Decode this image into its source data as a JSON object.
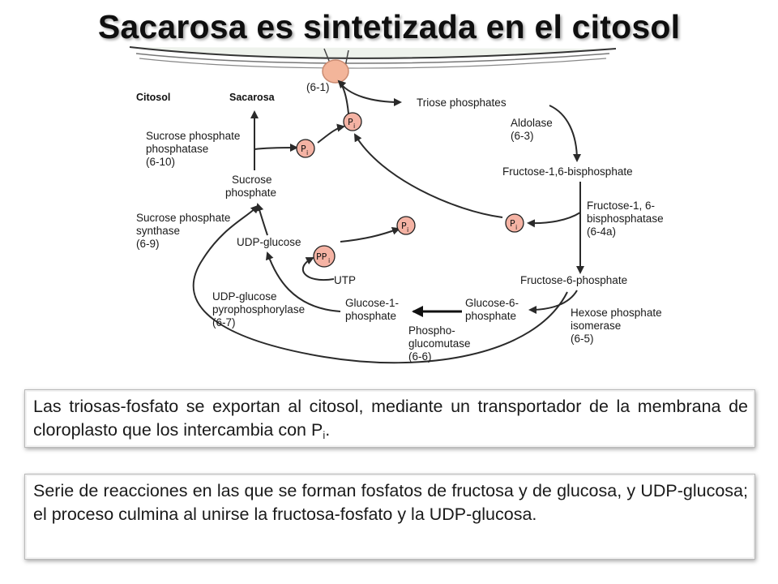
{
  "title": "Sacarosa es sintetizada en el citosol",
  "colors": {
    "pi_circle": "#f5b3a4",
    "title_text": "#0f0f0f",
    "box_border": "#b9b9b9"
  },
  "diagram": {
    "header_citosol": "Citosol",
    "header_sacarosa": "Sacarosa",
    "step_6_1": "(6-1)",
    "triose_phosphates": "Triose phosphates",
    "aldolase": "Aldolase",
    "aldolase_ec": "(6-3)",
    "fructose_16_bp": "Fructose-1,6-bisphosphate",
    "fbpase_line1": "Fructose-1, 6-",
    "fbpase_line2": "bisphosphatase",
    "fbpase_ec": "(6-4a)",
    "fructose_6_p": "Fructose-6-phosphate",
    "hpi_line1": "Hexose phosphate",
    "hpi_line2": "isomerase",
    "hpi_ec": "(6-5)",
    "g6p_line1": "Glucose-6-",
    "g6p_line2": "phosphate",
    "pgm_line1": "Phospho-",
    "pgm_line2": "glucomutase",
    "pgm_ec": "(6-6)",
    "g1p_line1": "Glucose-1-",
    "g1p_line2": "phosphate",
    "utp": "UTP",
    "ugp_line1": "UDP-glucose",
    "ugp_line2": "pyrophosphorylase",
    "ugp_ec": "(6-7)",
    "udp_glucose": "UDP-glucose",
    "sps_line1": "Sucrose phosphate",
    "sps_line2": "synthase",
    "sps_ec": "(6-9)",
    "sucrose_p_line1": "Sucrose",
    "sucrose_p_line2": "phosphate",
    "spp_line1": "Sucrose phosphate",
    "spp_line2": "phosphatase",
    "spp_ec": "(6-10)",
    "pi_main": "P",
    "pi_sub": "i",
    "ppi_main": "PP",
    "ppi_sub": "i"
  },
  "box1": {
    "text": "Las triosas-fosfato se exportan al citosol, mediante un transportador de la membrana  de cloroplasto que los intercambia con P",
    "sub": "i",
    "end": "."
  },
  "box2": {
    "text": "Serie de reacciones en las que se forman fosfatos de fructosa y de glucosa, y UDP-glucosa; el proceso culmina al unirse la fructosa-fosfato y la UDP-glucosa."
  }
}
